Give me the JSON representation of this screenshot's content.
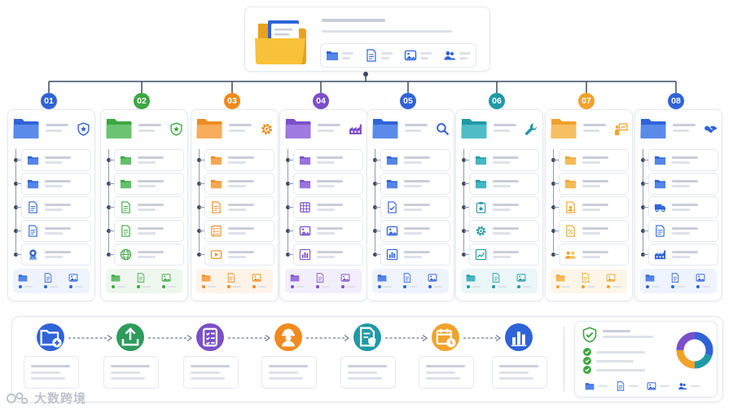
{
  "colors": {
    "line": "#3b4a63",
    "placeholder": "#c9ced8",
    "card_border": "#e4e8ef"
  },
  "top": {
    "icon": "open-folder-icon",
    "footer_icons": [
      "folder-icon",
      "document-icon",
      "image-icon",
      "users-icon"
    ]
  },
  "columns": [
    {
      "num": "01",
      "color": "#2f63d8",
      "light": "#5b8bea",
      "badge": "shield-star-icon",
      "footer_bg": "#eef3fc",
      "items": [
        "folder-icon",
        "folder-icon",
        "document-icon",
        "document-icon",
        "award-icon"
      ]
    },
    {
      "num": "02",
      "color": "#3da743",
      "light": "#6cc472",
      "badge": "shield-star-icon",
      "footer_bg": "#eef7ee",
      "items": [
        "folder-icon",
        "folder-icon",
        "document-icon",
        "document-icon",
        "globe-icon"
      ]
    },
    {
      "num": "03",
      "color": "#f18a1e",
      "light": "#f7ad5a",
      "badge": "gear-icon",
      "footer_bg": "#fdf3e8",
      "items": [
        "folder-icon",
        "folder-icon",
        "document-icon",
        "checklist-icon",
        "video-icon"
      ]
    },
    {
      "num": "04",
      "color": "#7b4fc9",
      "light": "#9f7ae0",
      "badge": "factory-icon",
      "footer_bg": "#f3eefb",
      "items": [
        "folder-icon",
        "folder-icon",
        "grid-icon",
        "image-icon",
        "bar-chart-icon"
      ]
    },
    {
      "num": "05",
      "color": "#2f63d8",
      "light": "#5b8bea",
      "badge": "search-icon",
      "footer_bg": "#eef3fc",
      "items": [
        "folder-icon",
        "folder-icon",
        "document-check-icon",
        "image-icon",
        "bar-chart-icon"
      ]
    },
    {
      "num": "06",
      "color": "#1e9aa6",
      "light": "#50bcc6",
      "badge": "wrench-icon",
      "footer_bg": "#eaf6f7",
      "items": [
        "folder-icon",
        "folder-icon",
        "clipboard-star-icon",
        "gear-icon",
        "line-chart-icon"
      ]
    },
    {
      "num": "07",
      "color": "#f1a22a",
      "light": "#f6c062",
      "badge": "presenter-icon",
      "footer_bg": "#fdf6e8",
      "items": [
        "folder-icon",
        "folder-icon",
        "document-person-icon",
        "document-percent-icon",
        "team-icon"
      ]
    },
    {
      "num": "08",
      "color": "#2f63d8",
      "light": "#5b8bea",
      "badge": "handshake-icon",
      "footer_bg": "#eef3fc",
      "items": [
        "folder-icon",
        "folder-icon",
        "truck-icon",
        "document-icon",
        "factory-icon"
      ]
    }
  ],
  "workflow": [
    {
      "icon": "folder-add-icon",
      "color": "#2f63d8"
    },
    {
      "icon": "upload-icon",
      "color": "#2e9b5c"
    },
    {
      "icon": "checklist-icon",
      "color": "#7b4fc9"
    },
    {
      "icon": "worker-icon",
      "color": "#f18a1e"
    },
    {
      "icon": "document-shield-icon",
      "color": "#1e9aa6"
    },
    {
      "icon": "calendar-clock-icon",
      "color": "#f1a22a"
    },
    {
      "icon": "bar-chart-icon",
      "color": "#2f63d8"
    }
  ],
  "summary": {
    "icon": "shield-check-icon",
    "check_color": "#3da743",
    "donut_colors": [
      "#2f63d8",
      "#1e9aa6",
      "#f1a22a",
      "#7b4fc9"
    ],
    "footer_icons": [
      "folder-icon",
      "document-icon",
      "image-icon",
      "users-icon"
    ]
  },
  "watermark": {
    "text": "大数跨境"
  }
}
